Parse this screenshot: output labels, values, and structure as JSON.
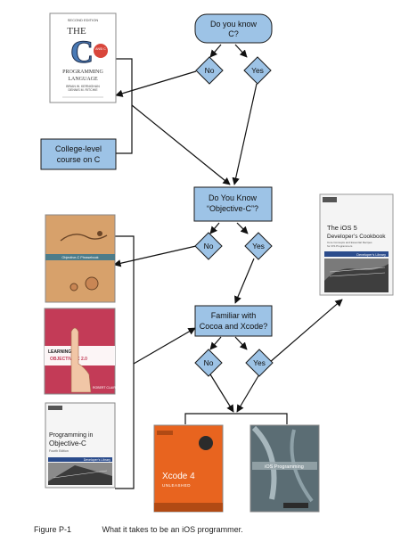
{
  "nodes": {
    "know_c": "Do you know C?",
    "no_1": "No",
    "yes_1": "Yes",
    "college_course": "College-level course on C",
    "know_objc": "Do You Know “Objective-C”?",
    "no_2": "No",
    "yes_2": "Yes",
    "familiar_cocoa": "Familiar with Cocoa and Xcode?",
    "no_3": "No",
    "yes_3": "Yes"
  },
  "books": {
    "c_lang": {
      "edition": "SECOND EDITION",
      "the": "THE",
      "letter": "C",
      "title": "PROGRAMMING LANGUAGE",
      "ansi": "ANSI C",
      "authors": "BRIAN W. KERNIGHAN\nDENNIS M. RITCHIE"
    },
    "ios5_cookbook": {
      "title_line1": "The iOS 5",
      "title_line2": "Developer’s Cookbook",
      "subtitle": "Core Concepts and Essential Recipes for iOS Programmers",
      "series": "Developer’s Library"
    },
    "objc_phrasebook": {
      "title": "Objective-C Phrasebook"
    },
    "learning_objc": {
      "title_line1": "LEARNING",
      "title_line2": "OBJECTIVE-C 2.0",
      "author": "ROBERT CLAIR"
    },
    "programming_objc": {
      "title_line1": "Programming in",
      "title_line2": "Objective-C",
      "edition": "Fourth Edition",
      "series": "Developer’s Library"
    },
    "xcode4": {
      "title": "Xcode 4",
      "subtitle": "UNLEASHED"
    },
    "ios_programming": {
      "title": "iOS Programming"
    }
  },
  "caption": {
    "number": "Figure P-1",
    "text": "What it takes to be an iOS programmer."
  },
  "colors": {
    "node_fill": "#9dc3e6",
    "node_stroke": "#1a1a1a",
    "line": "#111111"
  }
}
